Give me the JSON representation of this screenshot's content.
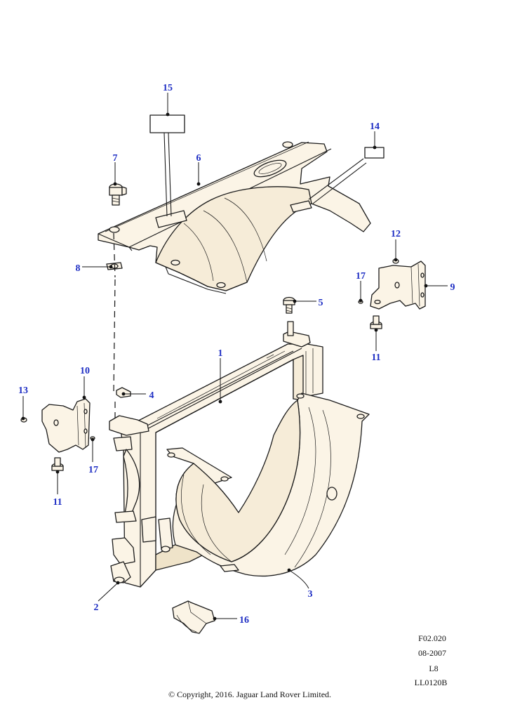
{
  "callouts": [
    {
      "id": "1",
      "label": "1"
    },
    {
      "id": "2",
      "label": "2"
    },
    {
      "id": "3",
      "label": "3"
    },
    {
      "id": "4",
      "label": "4"
    },
    {
      "id": "5",
      "label": "5"
    },
    {
      "id": "6",
      "label": "6"
    },
    {
      "id": "7",
      "label": "7"
    },
    {
      "id": "8",
      "label": "8"
    },
    {
      "id": "9",
      "label": "9"
    },
    {
      "id": "10",
      "label": "10"
    },
    {
      "id": "11a",
      "label": "11"
    },
    {
      "id": "11b",
      "label": "11"
    },
    {
      "id": "12",
      "label": "12"
    },
    {
      "id": "13",
      "label": "13"
    },
    {
      "id": "14",
      "label": "14"
    },
    {
      "id": "15",
      "label": "15"
    },
    {
      "id": "16",
      "label": "16"
    },
    {
      "id": "17a",
      "label": "17"
    },
    {
      "id": "17b",
      "label": "17"
    }
  ],
  "reference": {
    "code": "F02.020",
    "date": "08-2007",
    "level": "L8",
    "drawing_id": "LL0120B"
  },
  "copyright": "© Copyright, 2016. Jaguar Land Rover Limited.",
  "colors": {
    "callout": "#1f2fc4",
    "part_fill": "#fbf4e6",
    "outline": "#1b1b1b"
  }
}
